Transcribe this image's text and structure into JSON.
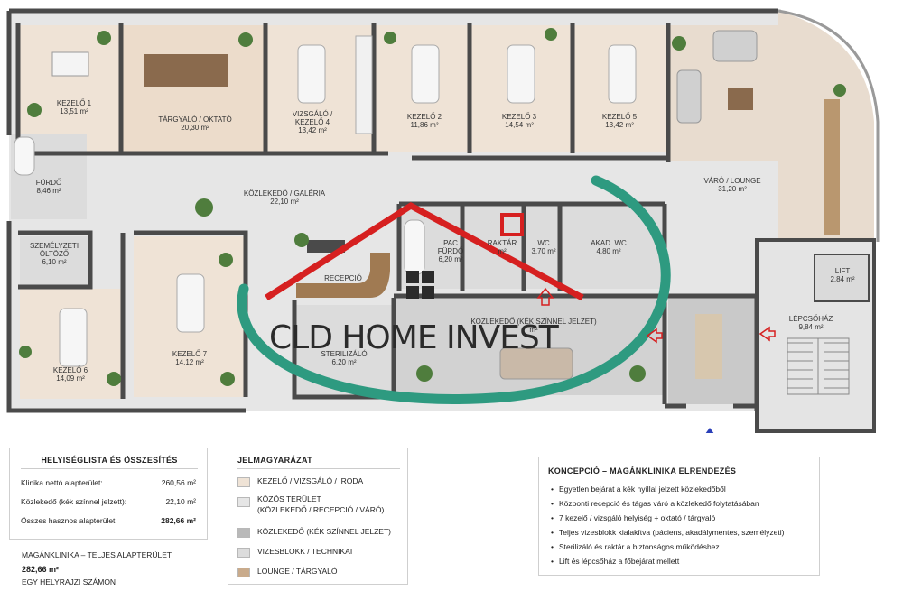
{
  "rooms": [
    {
      "id": "kezelo1",
      "name": "KEZELŐ 1",
      "area": "13,51 m²"
    },
    {
      "id": "targyalo",
      "name": "TÁRGYALÓ / OKTATÓ",
      "area": "20,30 m²"
    },
    {
      "id": "vizsgalo",
      "name": "VIZSGÁLÓ /",
      "name2": "KEZELŐ 4",
      "area": "13,42 m²"
    },
    {
      "id": "kezelo2",
      "name": "KEZELŐ 2",
      "area": "11,86 m²"
    },
    {
      "id": "kezelo3",
      "name": "KEZELŐ 3",
      "area": "14,54 m²"
    },
    {
      "id": "kezelo5",
      "name": "KEZELŐ 5",
      "area": "13,42 m²"
    },
    {
      "id": "varo",
      "name": "VÁRÓ / LOUNGE",
      "area": "31,20 m²"
    },
    {
      "id": "furdo",
      "name": "FÜRDŐ",
      "area": "8,46 m²"
    },
    {
      "id": "kozlekedo_galeria",
      "name": "KÖZLEKEDŐ / GALÉRIA",
      "area": "22,10 m²"
    },
    {
      "id": "szemelyzeti",
      "name": "SZEMÉLYZETI",
      "name2": "ÖLTÖZŐ",
      "area": "6,10 m²"
    },
    {
      "id": "pacfurdo",
      "name": "PAC",
      "name2": "FÜRDŐ",
      "area": "6,20 m²"
    },
    {
      "id": "raktar",
      "name": "RAKTÁR",
      "area": "m²"
    },
    {
      "id": "wc",
      "name": "WC",
      "area": "3,70 m²"
    },
    {
      "id": "akadwc",
      "name": "AKAD. WC",
      "area": "4,80 m²"
    },
    {
      "id": "lift",
      "name": "LIFT",
      "area": "2,84 m²"
    },
    {
      "id": "lepcsohaz",
      "name": "LÉPCSŐHÁZ",
      "area": "9,84 m²"
    },
    {
      "id": "recepcio",
      "name": "RECEPCIÓ",
      "area": ""
    },
    {
      "id": "kezelo6",
      "name": "KEZELŐ 6",
      "area": "14,09 m²"
    },
    {
      "id": "kezelo7",
      "name": "KEZELŐ 7",
      "area": "14,12 m²"
    },
    {
      "id": "sterilizalo",
      "name": "STERILIZÁLÓ",
      "area": "6,20 m²"
    },
    {
      "id": "kozlekedo_kek",
      "name": "KÖZLEKEDŐ (KÉK SZÍNNEL JELZET)",
      "area": "m²"
    }
  ],
  "watermark": {
    "text": "CLD HOME INVEST"
  },
  "summary": {
    "title": "HELYISÉGLISTA ÉS ÖSSZESÍTÉS",
    "rows": [
      {
        "label": "Klinika nettó alapterület:",
        "value": "260,56 m²"
      },
      {
        "label": "Közlekedő (kék színnel jelzett):",
        "value": "22,10 m²"
      },
      {
        "label": "Összes hasznos alapterület:",
        "value": "282,66 m²"
      }
    ],
    "footer_title": "MAGÁNKLINIKA – TELJES ALAPTERÜLET",
    "footer_value": "282,66 m²",
    "footer_note": "EGY HELYRAJZI SZÁMON"
  },
  "legend": {
    "title": "JELMAGYARÁZAT",
    "items": [
      {
        "label": "KEZELŐ / VIZSGÁLÓ / IRODA",
        "color": "#efe3d6"
      },
      {
        "label": "KÖZÖS TERÜLET",
        "label2": "(KÖZLEKEDŐ / RECEPCIÓ / VÁRÓ)",
        "color": "#e6e6e6"
      },
      {
        "label": "KÖZLEKEDŐ (KÉK SZÍNNEL JELZET)",
        "color": "#b9b9b9"
      },
      {
        "label": "VIZESBLOKK / TECHNIKAI",
        "color": "#dcdcdc"
      },
      {
        "label": "LOUNGE / TÁRGYALÓ",
        "color": "#c9ab8c"
      }
    ]
  },
  "concept": {
    "title": "KONCEPCIÓ – MAGÁNKLINIKA ELRENDEZÉS",
    "items": [
      "Egyetlen bejárat a kék nyíllal jelzett közlekedőből",
      "Központi recepció és tágas váró a közlekedő folytatásában",
      "7 kezelő / vizsgáló helyiség + oktató / tárgyaló",
      "Teljes vizesblokk kialakítva (páciens, akadálymentes, személyzeti)",
      "Sterilizáló és raktár a biztonságos működéshez",
      "Lift és lépcsőház a főbejárat mellett"
    ]
  },
  "colors": {
    "wall": "#4a4a4a",
    "room": "#efe3d6",
    "common": "#e6e6e6",
    "wet": "#dcdcdc",
    "corridor": "#b9b9b9",
    "accent_red": "#d62020",
    "accent_teal": "#2e9a80",
    "arrow_blue": "#2a3fb8"
  }
}
